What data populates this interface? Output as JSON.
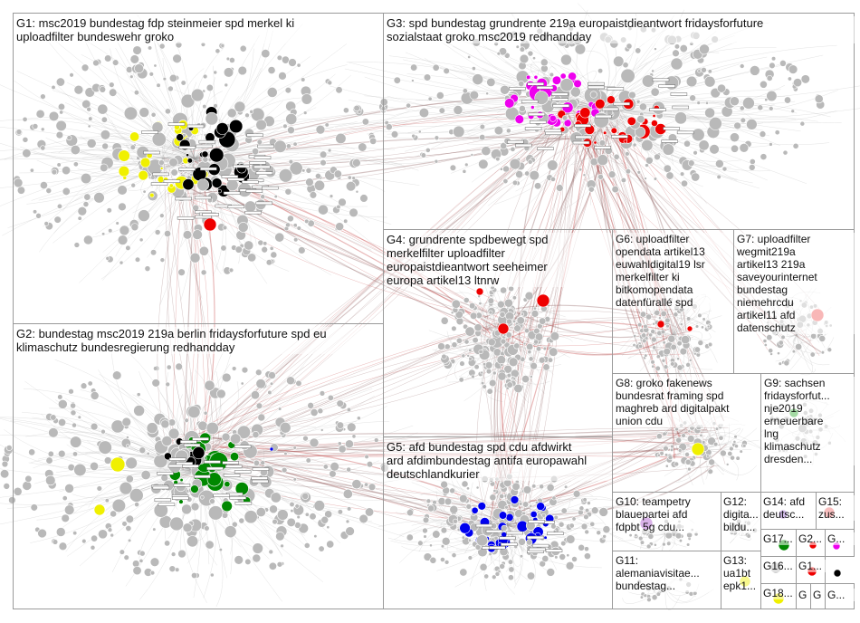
{
  "groups": [
    {
      "id": "G1",
      "label": "G1: msc2019 bundestag fdp steinmeier spd merkel ki\nuploadfilter bundeswehr groko"
    },
    {
      "id": "G2",
      "label": "G2: bundestag msc2019 219a berlin fridaysforfuture spd eu\nklimaschutz bundesregierung redhandday"
    },
    {
      "id": "G3",
      "label": "G3: spd bundestag grundrente 219a europaistdieantwort fridaysforfuture\nsozialstaat groko msc2019 redhandday"
    },
    {
      "id": "G4",
      "label": "G4: grundrente spdbewegt spd\nmerkelfilter uploadfilter\neuropaistdieantwort seeheimer\neuropa artikel13 ltnrw"
    },
    {
      "id": "G5",
      "label": "G5: afd bundestag spd cdu afdwirkt\nard afdimbundestag antifa europawahl\ndeutschlandkurier"
    },
    {
      "id": "G6",
      "label": "G6: uploadfilter\nopendata artikel13\neuwahldigital19 lsr\nmerkelfilter ki\nbitkomopendata\ndatenfürallé spd"
    },
    {
      "id": "G7",
      "label": "G7: uploadfilter\nwegmit219a\nartikel13 219a\nsaveyourinternet\nbundestag\nniemehrcdu\nartikel11 afd\ndatenschutz"
    },
    {
      "id": "G8",
      "label": "G8: groko fakenews\nbundesrat framing spd\nmaghreb ard digitalpakt\nunion cdu"
    },
    {
      "id": "G9",
      "label": "G9: sachsen\nfridaysforfut...\nnje2019\nerneuerbare\nlng\nklimaschutz\ndresden..."
    },
    {
      "id": "G10",
      "label": "G10: teampetry\nblauepartei afd\nfdpbt 5g cdu..."
    },
    {
      "id": "G11",
      "label": "G11:\nalemaniavisitae...\nbundestag..."
    },
    {
      "id": "G12",
      "label": "G12:\ndigita...\nbildu..."
    },
    {
      "id": "G13",
      "label": "G13:\nua1bt\nepk1..."
    },
    {
      "id": "G14",
      "label": "G14: afd\ndeutsc..."
    },
    {
      "id": "G15",
      "label": "G15:\nzus..."
    },
    {
      "id": "G16",
      "label": "G16..."
    },
    {
      "id": "G17",
      "label": "G17..."
    },
    {
      "id": "G18",
      "label": "G18..."
    },
    {
      "id": "G2x",
      "label": "G2..."
    },
    {
      "id": "G1x",
      "label": "G1..."
    },
    {
      "id": "Ga",
      "label": "G..."
    },
    {
      "id": "Gb",
      "label": "G"
    },
    {
      "id": "Gc",
      "label": "G"
    },
    {
      "id": "Gd",
      "label": "G..."
    }
  ],
  "colors": {
    "gray": "#b9b9b9",
    "yellow": "#f0f000",
    "black": "#000000",
    "red": "#ee0000",
    "magenta": "#ee00ee",
    "green": "#008800",
    "blue": "#0000ee",
    "edge": "#8a5a5a"
  }
}
